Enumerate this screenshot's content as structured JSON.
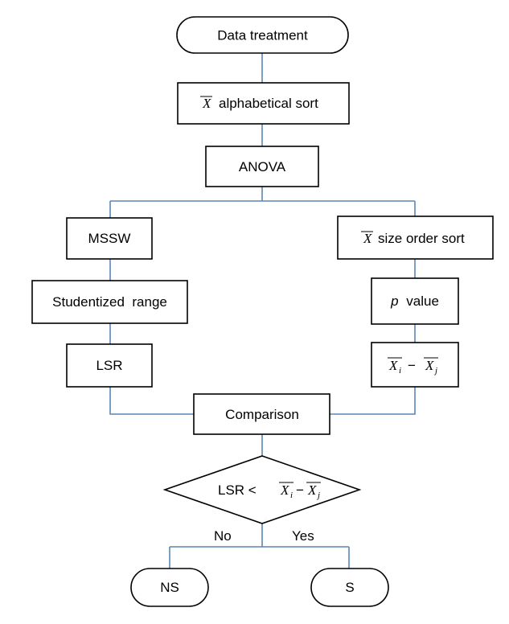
{
  "nodes": {
    "start": "Data treatment",
    "sort_alpha": "alphabetical sort",
    "anova": "ANOVA",
    "mssw": "MSSW",
    "studentized": "Studentized  range",
    "lsr": "LSR",
    "sort_size": "size order sort",
    "p_label": "p",
    "p_value": "value",
    "comparison": "Comparison",
    "decision_lsr": "LSR <",
    "ns": "NS",
    "s": "S"
  },
  "symbols": {
    "mean": "X",
    "sub_i": "i",
    "sub_j": "j",
    "minus": "−"
  },
  "branches": {
    "no": "No",
    "yes": "Yes"
  }
}
